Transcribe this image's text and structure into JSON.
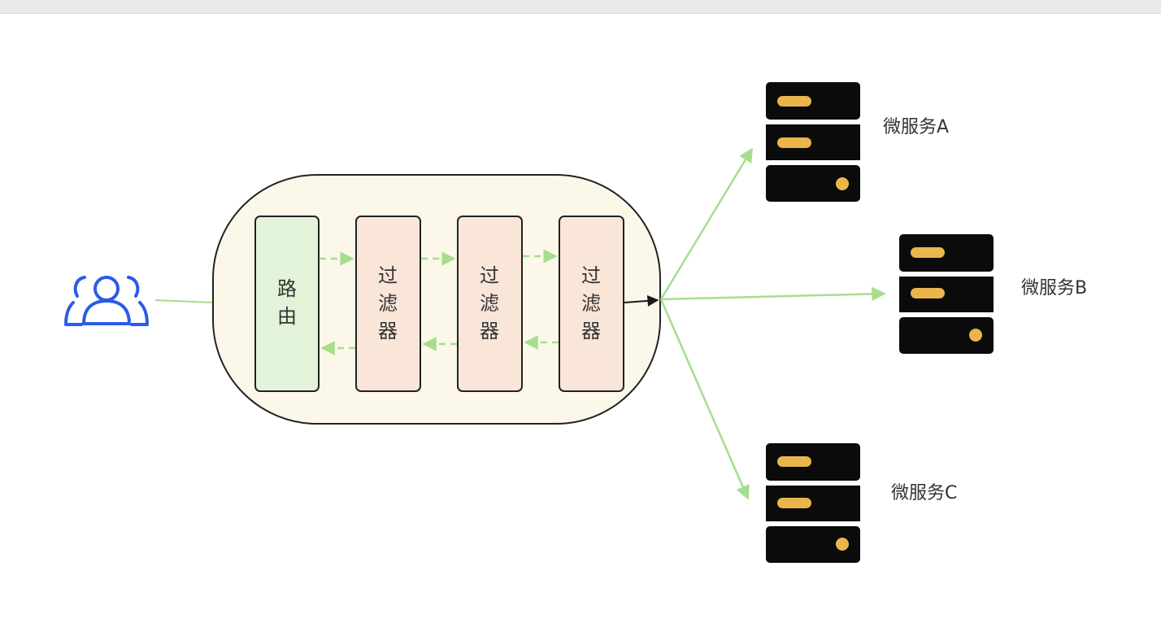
{
  "gateway": {
    "router_label": [
      "路",
      "由"
    ],
    "filters": [
      {
        "label": [
          "过",
          "滤",
          "器"
        ]
      },
      {
        "label": [
          "过",
          "滤",
          "器"
        ]
      },
      {
        "label": [
          "过",
          "滤",
          "器"
        ]
      }
    ]
  },
  "services": [
    {
      "label": "微服务A"
    },
    {
      "label": "微服务B"
    },
    {
      "label": "微服务C"
    }
  ],
  "colors": {
    "capsule_fill": "#fbf8ea",
    "router_fill": "#e3f3da",
    "filter_fill": "#f9e6d9",
    "arrow_green": "#a6dd8e",
    "users_icon": "#2c5be8",
    "server_body": "#0b0b0b",
    "server_accent": "#eab54a"
  },
  "icons": {
    "client": "users-icon",
    "service": "server-icon"
  }
}
